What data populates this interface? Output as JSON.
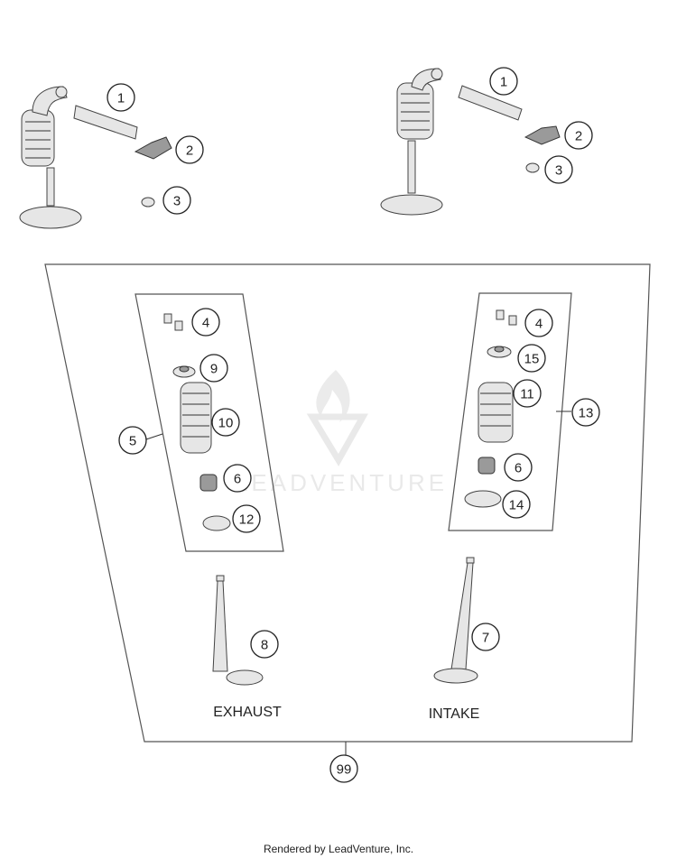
{
  "callouts": [
    {
      "n": "1"
    },
    {
      "n": "2"
    },
    {
      "n": "3"
    },
    {
      "n": "1"
    },
    {
      "n": "2"
    },
    {
      "n": "3"
    },
    {
      "n": "4"
    },
    {
      "n": "9"
    },
    {
      "n": "10"
    },
    {
      "n": "5"
    },
    {
      "n": "6"
    },
    {
      "n": "12"
    },
    {
      "n": "4"
    },
    {
      "n": "15"
    },
    {
      "n": "11"
    },
    {
      "n": "13"
    },
    {
      "n": "6"
    },
    {
      "n": "14"
    },
    {
      "n": "8"
    },
    {
      "n": "7"
    },
    {
      "n": "99"
    }
  ],
  "labels": {
    "exhaust": "EXHAUST",
    "intake": "INTAKE"
  },
  "watermark": {
    "text": "LEADVENTURE"
  },
  "footer": {
    "text": "Rendered by LeadVenture, Inc."
  }
}
